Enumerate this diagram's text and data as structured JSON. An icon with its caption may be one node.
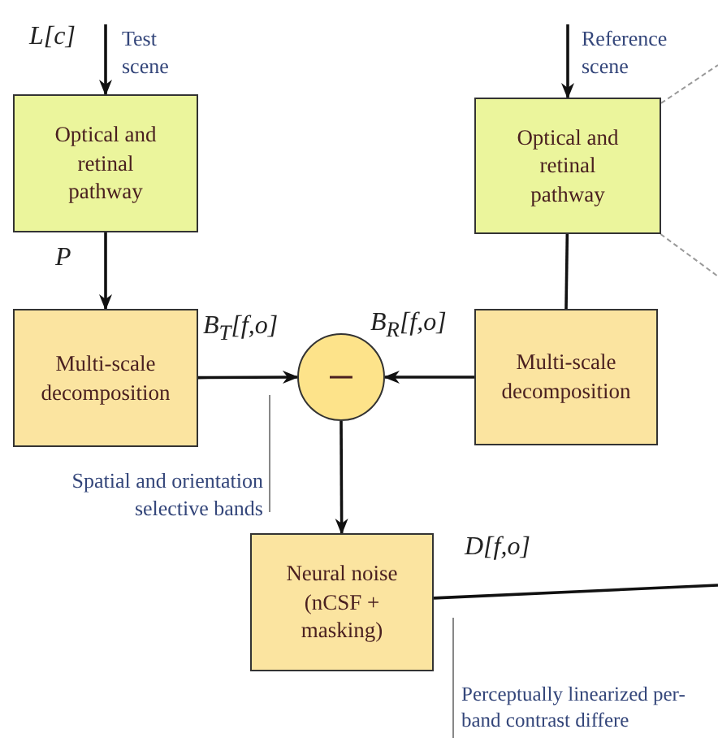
{
  "diagram": {
    "nodes": [
      {
        "text": [
          "Optical and retinal pathway"
        ]
      },
      {
        "text": [
          "Multi-scale decomposition"
        ]
      },
      {
        "text": [
          "−"
        ]
      },
      {
        "text": [
          "Optical and retinal pathway"
        ]
      },
      {
        "text": [
          "Multi-scale decomposition"
        ]
      },
      {
        "text": [
          "Neural noise (nCSF + masking)"
        ]
      }
    ],
    "edges": [
      {
        "from": null,
        "to": 0,
        "arrow": "to",
        "label": "L[c]"
      },
      {
        "from": 0,
        "to": 1,
        "arrow": "to",
        "label": "P"
      },
      {
        "from": 1,
        "to": 2,
        "arrow": "to",
        "label": "B$_{T}$[f,o]"
      },
      {
        "from": null,
        "to": 3,
        "arrow": "to"
      },
      {
        "from": 3,
        "to": 4,
        "arrow": "none"
      },
      {
        "from": 4,
        "to": 2,
        "arrow": "to",
        "label": "B$_{R}$[f,o]"
      },
      {
        "from": 2,
        "to": 5,
        "arrow": "to"
      },
      {
        "from": 5,
        "to": null,
        "arrow": "none",
        "label": "D[f,o]"
      },
      {
        "from": 3,
        "to": null,
        "arrow": "none",
        "style": "dashed",
        "color": "#999999"
      },
      {
        "from": 3,
        "to": null,
        "arrow": "none",
        "style": "dashed",
        "color": "#999999"
      }
    ],
    "labels": [
      "Test scene",
      "Reference scene",
      "Spatial and orientation selective bands",
      "Perceptually linearized per-band contrast differe"
    ]
  }
}
